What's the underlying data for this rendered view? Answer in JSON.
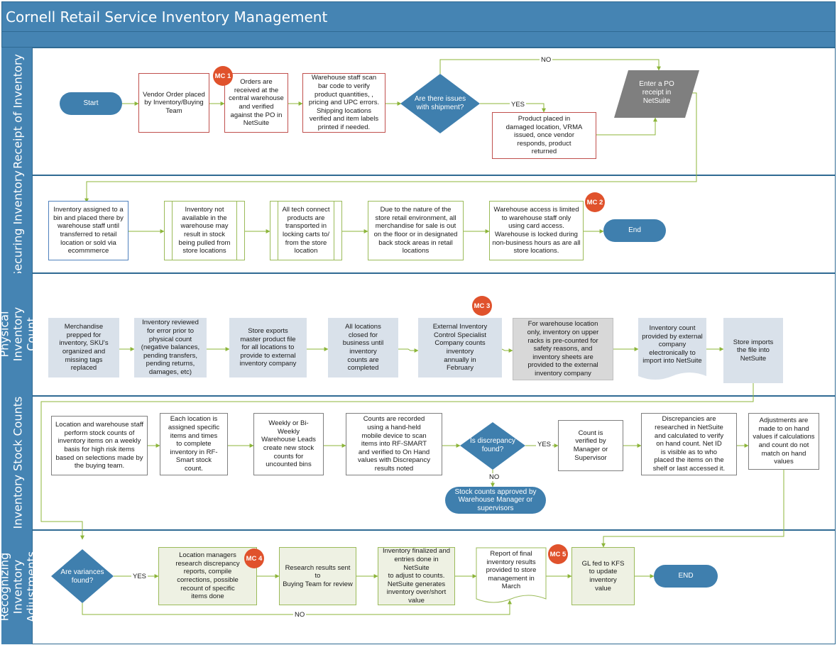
{
  "title": "Cornell Retail Service Inventory Management",
  "lanes": {
    "receipt": "Receipt of Inventory",
    "securing": "Securing Inventory",
    "physical": "Physical Inventory\nCount",
    "stock": "Inventory Stock Counts",
    "recognizing": "Recognizing Inventory\nAdjustments"
  },
  "receipt": {
    "start": "Start",
    "vendor_order": "Vendor Order placed\nby Inventory/Buying\nTeam",
    "orders_received": "Orders are\nreceived at the\ncentral warehouse\nand verified\nagainst the PO in\nNetSuite",
    "warehouse_scan": "Warehouse staff scan\nbar code to verify\nproduct quantities, ,\npricing and UPC errors.\nShipping locations\nverified and item labels\nprinted if needed.",
    "issues_decision": "Are there issues\nwith shipment?",
    "enter_po": "Enter a PO\nreceipt in\nNetSuite",
    "damaged": "Product placed in\ndamaged location, VRMA\nissued, once vendor\nresponds, product\nreturned",
    "no_label": "NO",
    "yes_label": "YES"
  },
  "securing": {
    "assigned": "Inventory assigned to a\nbin and placed there by\nwarehouse staff until\ntransferred to retail\nlocation or sold via\necommmerce",
    "not_available": "Inventory not\navailable in the\nwarehouse may\nresult in stock\nbeing pulled from\nstore locations",
    "tech_connect": "All tech connect\nproducts are\ntransported in\nlocking carts to/\nfrom the store\nlocation",
    "retail_env": "Due to the nature of the\nstore retail environment, all\nmerchandise for sale is out\non the floor or in designated\nback stock areas in retail\nlocations",
    "warehouse_access": "Warehouse access is limited\nto warehouse staff only\nusing card access.\nWarehouse is locked during\nnon-business hours as are all\nstore locations.",
    "end": "End"
  },
  "physical": {
    "merch_prepped": "Merchandise\nprepped for\ninventory, SKU's\norganized and\nmissing tags\nreplaced",
    "reviewed": "Inventory reviewed\nfor error prior to\nphysical count\n(negative balances,\npending transfers,\npending returns,\ndamages, etc)",
    "store_exports": "Store exports\nmaster product file\nfor all locations to\nprovide to external\ninventory company",
    "locations_closed": "All locations\nclosed for\nbusiness until\ninventory\ncounts are\ncompleted",
    "external_specialist": "External Inventory\nControl Specialist\nCompany counts\ninventory\nannually in\nFebruary",
    "warehouse_location": "For warehouse location\nonly, inventory on upper\nracks is pre-counted for\nsafety reasons, and\ninventory sheets are\nprovided to the external\ninventory company",
    "count_provided": "Inventory count\nprovided by external\ncompany\nelectronically to\nimport into NetSuite",
    "store_imports": "Store imports\nthe file into\nNetSuite"
  },
  "stock": {
    "perform_counts": "Location and warehouse staff\nperform stock counts of\ninventory items on a weekly\nbasis for high risk items\nbased on selections made by\nthe buying team.",
    "each_location": "Each location is\nassigned specific\nitems and times\nto complete\ninventory in RF-\nSmart stock\ncount.",
    "weekly_leads": "Weekly or Bi-\nWeekly\nWarehouse Leads\ncreate new stock\ncounts for\nuncounted bins",
    "counts_recorded": "Counts are recorded\nusing a hand-held\nmobile device to scan\nitems into RF-SMART\nand verified to On Hand\nvalues with Discrepancy\nresults noted",
    "discrepancy_decision": "Is discrepancy\nfound?",
    "verified": "Count is\nverified by\nManager or\nSupervisor",
    "researched": "Discrepancies are\nresearched in NetSuite\nand calculated to verify\non hand count. Net ID\nis visible as to who\nplaced the items on the\nshelf or last accessed it.",
    "adjustments": "Adjustments are\nmade to on hand\nvalues if calculations\nand count do not\nmatch on hand\nvalues",
    "approved": "Stock counts approved by\nWarehouse Manager or\nsupervisors",
    "yes_label": "YES",
    "no_label": "NO"
  },
  "recognizing": {
    "variances_decision": "Are variances\nfound?",
    "location_managers": "Location managers\nresearch discrepancy\nreports, compile\ncorrections, possible\nrecount of specific\nitems done",
    "research_sent": "Research results sent to\nBuying Team for review",
    "finalized": "Inventory finalized and\nentries done in NetSuite\nto adjust to counts.\nNetSuite generates\ninventory over/short\nvalue",
    "report_final": "Report of final\ninventory results\nprovided to store\nmanagement in\nMarch",
    "gl_fed": "GL fed to KFS\nto update\ninventory\nvalue",
    "end": "END",
    "yes_label": "YES",
    "no_label": "NO"
  },
  "badges": {
    "mc1": "MC 1",
    "mc2": "MC 2",
    "mc3": "MC 3",
    "mc4": "MC 4",
    "mc5": "MC 5"
  },
  "colors": {
    "lane_header": "#4584b3",
    "terminator": "#3f7fae",
    "decision": "#3f7fae",
    "badge": "#e0522c",
    "connector": "#8cb53a",
    "red_border": "#c0504d",
    "green_border": "#9bbb59",
    "blue_border": "#4f81bd"
  }
}
